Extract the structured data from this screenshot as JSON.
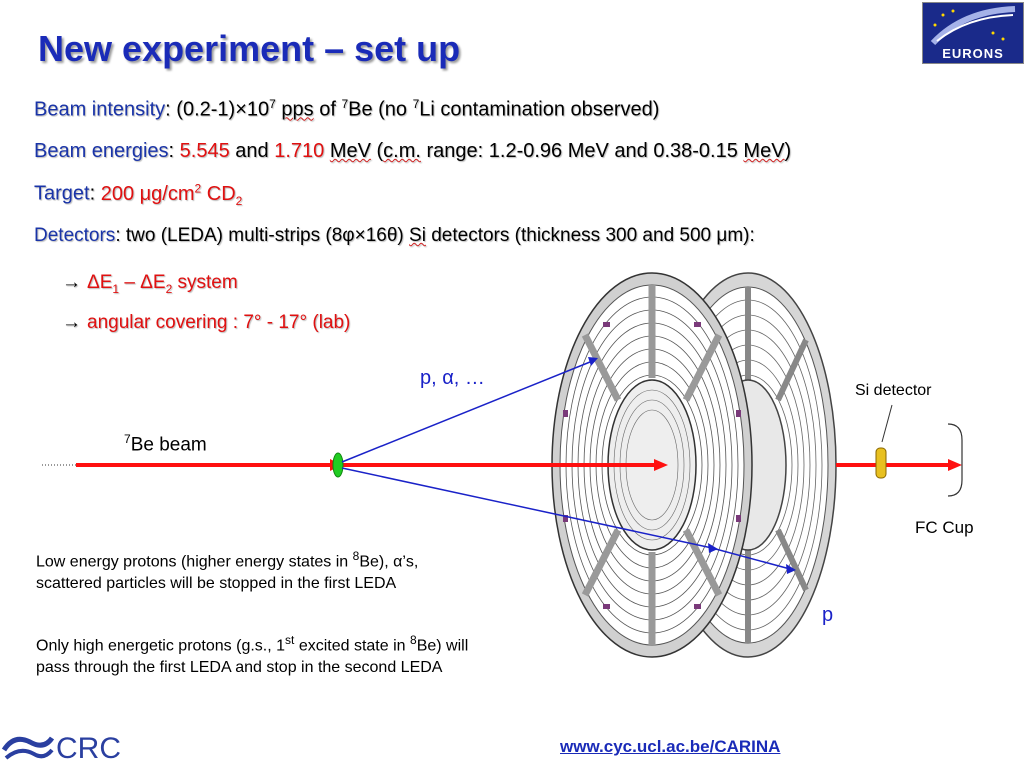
{
  "title": "New experiment – set up",
  "logo_text": "EURONS",
  "beam_intensity": {
    "label": "Beam intensity",
    "colon": ": ",
    "value_pre": "(0.2-1)×10",
    "value_sup": "7",
    "unit": "pps",
    "of": " of ",
    "be_sup": "7",
    "be": "Be (no ",
    "li_sup": "7",
    "li": "Li contamination observed)"
  },
  "beam_energies": {
    "label": "Beam energies",
    "colon": ": ",
    "e1": "5.545",
    "and": " and ",
    "e2": "1.710",
    "unit": "MeV",
    "cm_pre": " (",
    "cm": "c.m.",
    "range": " range: 1.2-0.96 MeV and 0.38-0.15 ",
    "unit2": "MeV",
    "close": ")"
  },
  "target": {
    "label": "Target",
    "colon": ": ",
    "value": "200 μg/cm",
    "sup": "2",
    "cd": " CD",
    "sub": "2"
  },
  "detectors": {
    "label": "Detectors",
    "colon": ": ",
    "text1": "two (LEDA) multi-strips (8φ×16θ) ",
    "si": "Si",
    "text2": " detectors (thickness 300 and 500 μm):"
  },
  "bullets": {
    "arrow": "→",
    "b1_pre": "ΔE",
    "b1_sub1": "1",
    "b1_mid": " – ΔE",
    "b1_sub2": "2",
    "b1_post": " system",
    "b2": "angular covering : 7° - 17° (lab)"
  },
  "diagram": {
    "beam_label_sup": "7",
    "beam_label": "Be beam",
    "particles_label": "p, α, …",
    "si_detector": "Si detector",
    "fc_cup": "FC Cup",
    "p_label": "p"
  },
  "notes": {
    "n1_line1_pre": "Low energy protons (higher energy states in ",
    "n1_line1_sup": "8",
    "n1_line1_post": "Be), α’s,",
    "n1_line2": "scattered particles will be stopped in the first LEDA",
    "n2_line1_pre": "Only high energetic protons (g.s., 1",
    "n2_line1_sup": "st",
    "n2_line1_mid": " excited state in ",
    "n2_line1_sup2": "8",
    "n2_line1_post": "Be) will",
    "n2_line2": "pass through the first LEDA and stop in the second LEDA"
  },
  "footer": {
    "crc": "CRC",
    "url": "www.cyc.ucl.ac.be/CARINA"
  },
  "colors": {
    "title": "#1a2bb8",
    "label_blue": "#1a34a8",
    "highlight_red": "#e01010",
    "beam_red": "#ff1010",
    "trajectory_blue": "#1a22c8"
  }
}
